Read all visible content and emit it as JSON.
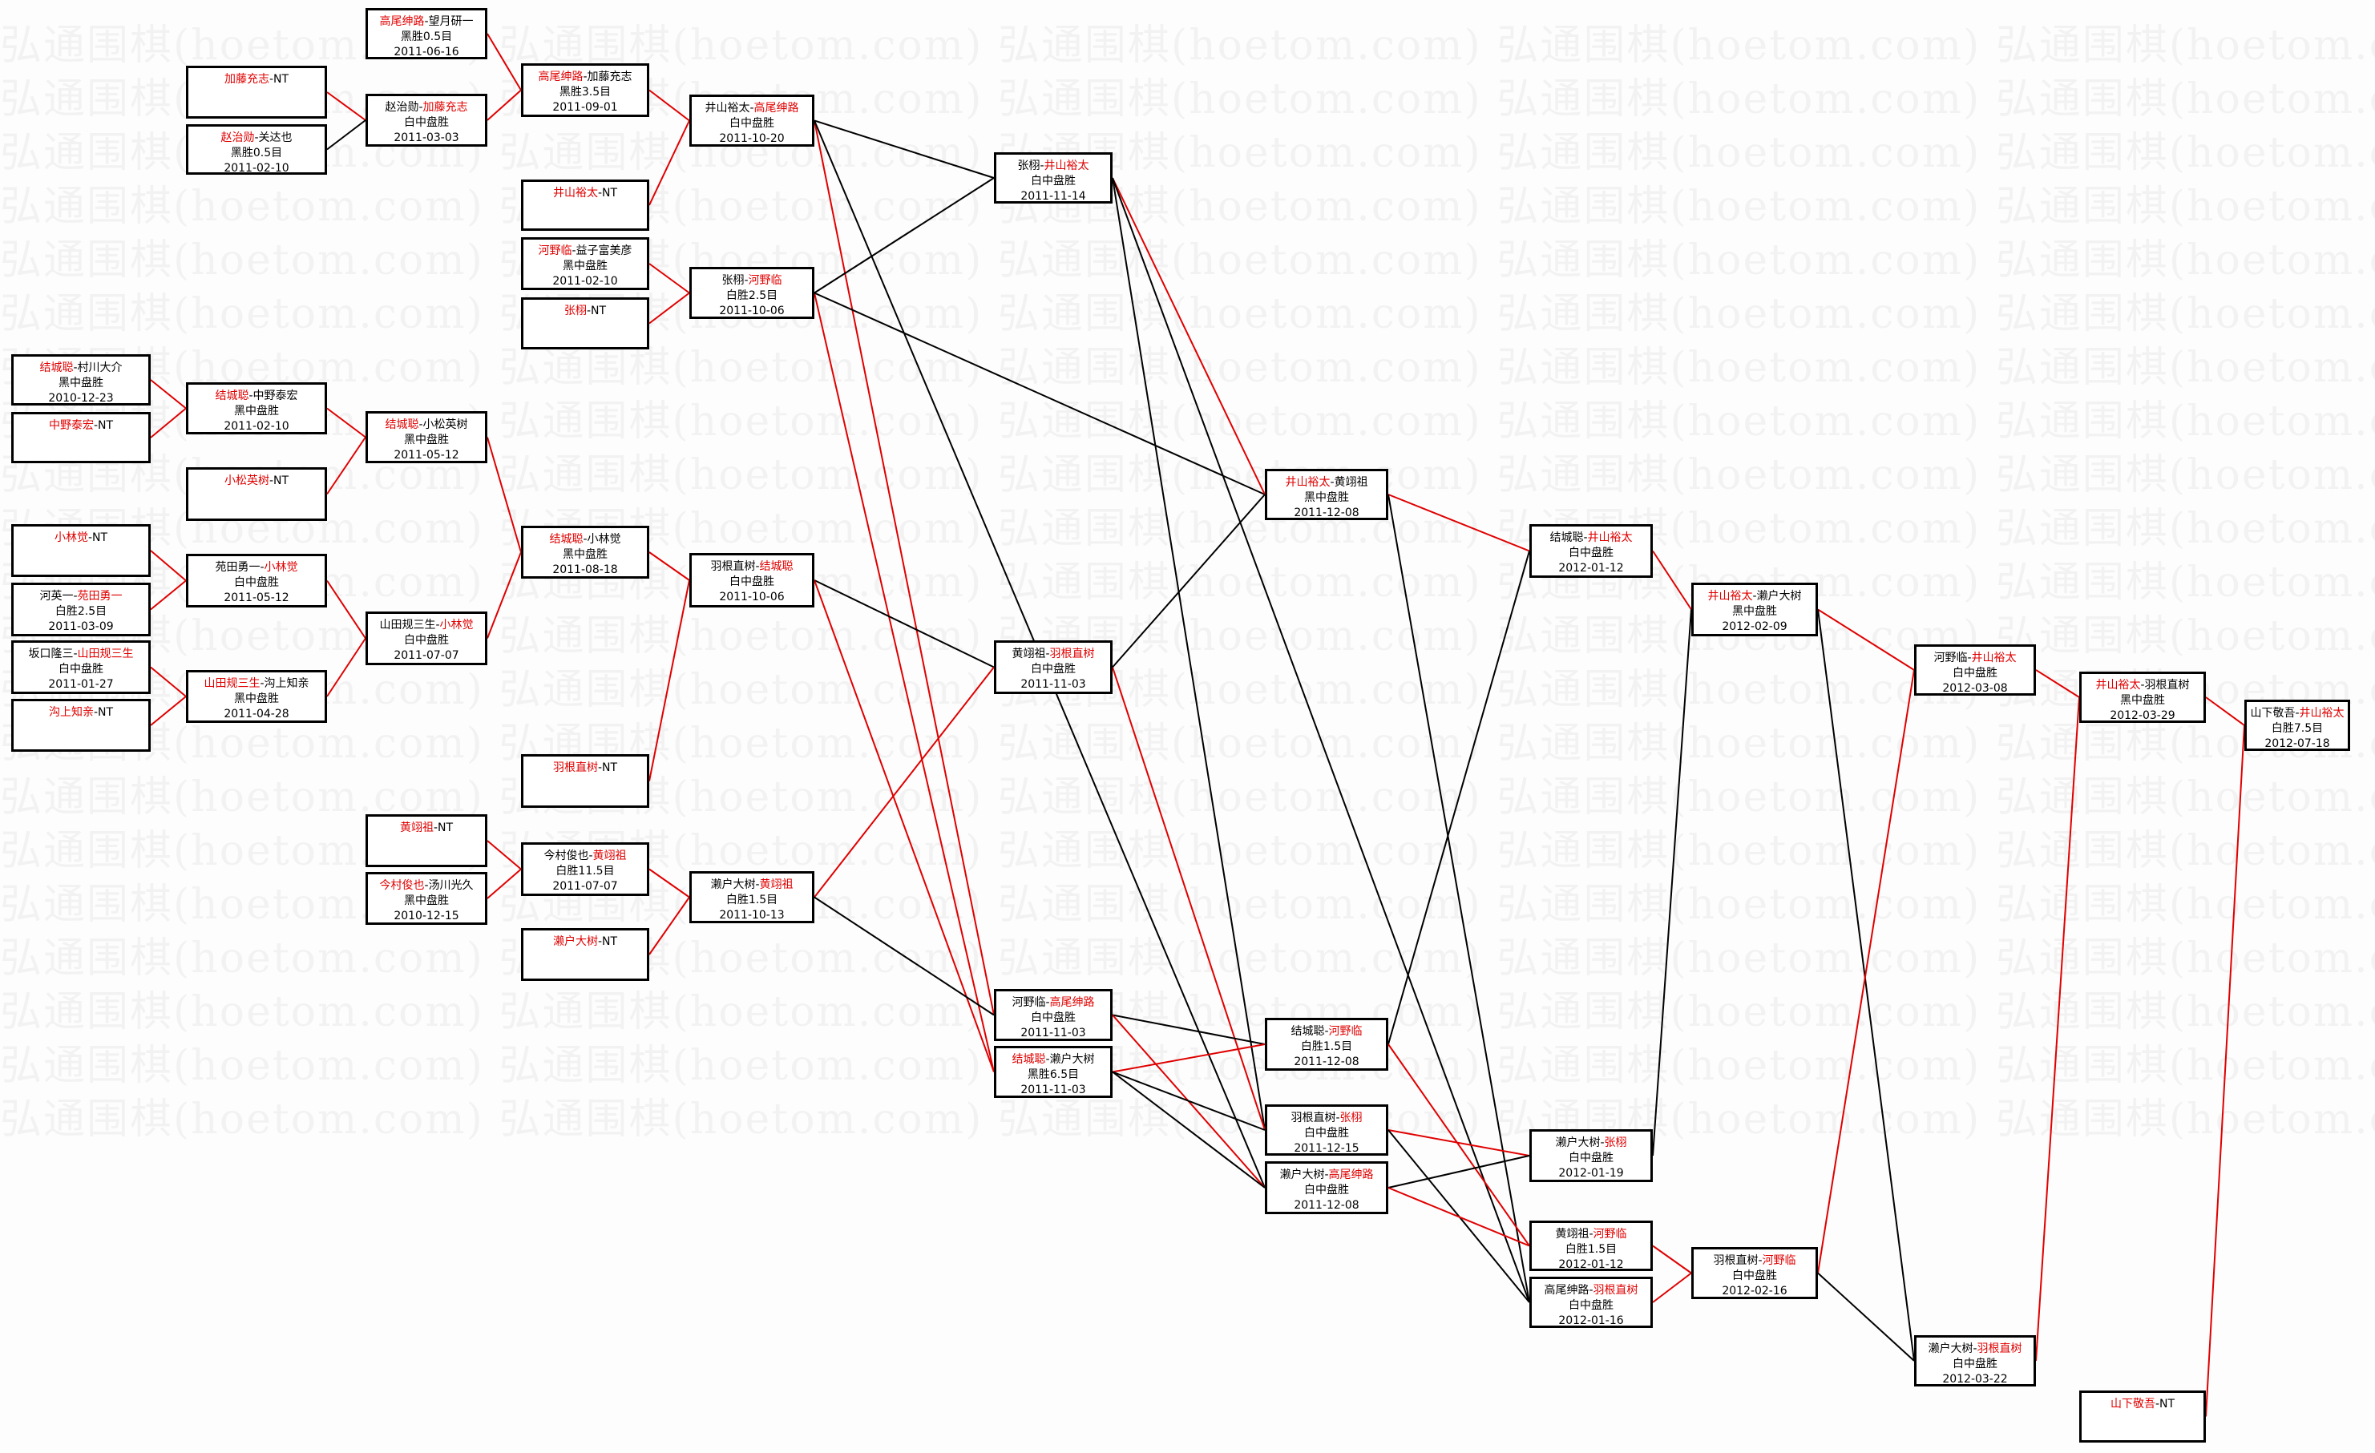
{
  "watermark": "弘通围棋(hoetom.com)",
  "colors": {
    "winner": "#e00000",
    "line_win": "#e00000",
    "line_loss": "#000000",
    "border": "#000000"
  },
  "games": [
    {
      "id": "g1",
      "p1": "高尾绅路",
      "p2": "望月研一",
      "winner": 1,
      "result": "黑胜0.5目",
      "date": "2011-06-16"
    },
    {
      "id": "g2",
      "p1": "加藤充志",
      "p2": "NT",
      "winner": 1,
      "result": "",
      "date": ""
    },
    {
      "id": "g3",
      "p1": "赵治勋",
      "p2": "加藤充志",
      "winner": 2,
      "result": "白中盘胜",
      "date": "2011-03-03"
    },
    {
      "id": "g4",
      "p1": "赵治勋",
      "p2": "关达也",
      "winner": 1,
      "result": "黑胜0.5目",
      "date": "2011-02-10"
    },
    {
      "id": "g5",
      "p1": "高尾绅路",
      "p2": "加藤充志",
      "winner": 1,
      "result": "黑胜3.5目",
      "date": "2011-09-01"
    },
    {
      "id": "g6",
      "p1": "井山裕太",
      "p2": "高尾绅路",
      "winner": 2,
      "result": "白中盘胜",
      "date": "2011-10-20"
    },
    {
      "id": "g7",
      "p1": "井山裕太",
      "p2": "NT",
      "winner": 1,
      "result": "",
      "date": ""
    },
    {
      "id": "g8",
      "p1": "张栩",
      "p2": "井山裕太",
      "winner": 2,
      "result": "白中盘胜",
      "date": "2011-11-14"
    },
    {
      "id": "g9",
      "p1": "河野临",
      "p2": "益子富美彦",
      "winner": 1,
      "result": "黑中盘胜",
      "date": "2011-02-10"
    },
    {
      "id": "g10",
      "p1": "张栩",
      "p2": "河野临",
      "winner": 2,
      "result": "白胜2.5目",
      "date": "2011-10-06"
    },
    {
      "id": "g11",
      "p1": "张栩",
      "p2": "NT",
      "winner": 1,
      "result": "",
      "date": ""
    },
    {
      "id": "g12",
      "p1": "结城聪",
      "p2": "村川大介",
      "winner": 1,
      "result": "黑中盘胜",
      "date": "2010-12-23"
    },
    {
      "id": "g13",
      "p1": "结城聪",
      "p2": "中野泰宏",
      "winner": 1,
      "result": "黑中盘胜",
      "date": "2011-02-10"
    },
    {
      "id": "g14",
      "p1": "中野泰宏",
      "p2": "NT",
      "winner": 1,
      "result": "",
      "date": ""
    },
    {
      "id": "g15",
      "p1": "结城聪",
      "p2": "小松英树",
      "winner": 1,
      "result": "黑中盘胜",
      "date": "2011-05-12"
    },
    {
      "id": "g16",
      "p1": "小松英树",
      "p2": "NT",
      "winner": 1,
      "result": "",
      "date": ""
    },
    {
      "id": "g17",
      "p1": "结城聪",
      "p2": "小林觉",
      "winner": 1,
      "result": "黑中盘胜",
      "date": "2011-08-18"
    },
    {
      "id": "g18",
      "p1": "小林觉",
      "p2": "NT",
      "winner": 1,
      "result": "",
      "date": ""
    },
    {
      "id": "g19",
      "p1": "苑田勇一",
      "p2": "小林觉",
      "winner": 2,
      "result": "白中盘胜",
      "date": "2011-05-12"
    },
    {
      "id": "g20",
      "p1": "河英一",
      "p2": "苑田勇一",
      "winner": 2,
      "result": "白胜2.5目",
      "date": "2011-03-09"
    },
    {
      "id": "g21",
      "p1": "山田规三生",
      "p2": "小林觉",
      "winner": 2,
      "result": "白中盘胜",
      "date": "2011-07-07"
    },
    {
      "id": "g22",
      "p1": "坂口隆三",
      "p2": "山田规三生",
      "winner": 2,
      "result": "白中盘胜",
      "date": "2011-01-27"
    },
    {
      "id": "g23",
      "p1": "山田规三生",
      "p2": "沟上知亲",
      "winner": 1,
      "result": "黑中盘胜",
      "date": "2011-04-28"
    },
    {
      "id": "g24",
      "p1": "沟上知亲",
      "p2": "NT",
      "winner": 1,
      "result": "",
      "date": ""
    },
    {
      "id": "g25",
      "p1": "羽根直树",
      "p2": "结城聪",
      "winner": 2,
      "result": "白中盘胜",
      "date": "2011-10-06"
    },
    {
      "id": "g26",
      "p1": "羽根直树",
      "p2": "NT",
      "winner": 1,
      "result": "",
      "date": ""
    },
    {
      "id": "g27",
      "p1": "黄翊祖",
      "p2": "NT",
      "winner": 1,
      "result": "",
      "date": ""
    },
    {
      "id": "g28",
      "p1": "今村俊也",
      "p2": "汤川光久",
      "winner": 1,
      "result": "黑中盘胜",
      "date": "2010-12-15"
    },
    {
      "id": "g29",
      "p1": "今村俊也",
      "p2": "黄翊祖",
      "winner": 2,
      "result": "白胜11.5目",
      "date": "2011-07-07"
    },
    {
      "id": "g30",
      "p1": "濑户大树",
      "p2": "黄翊祖",
      "winner": 2,
      "result": "白胜1.5目",
      "date": "2011-10-13"
    },
    {
      "id": "g31",
      "p1": "濑户大树",
      "p2": "NT",
      "winner": 1,
      "result": "",
      "date": ""
    },
    {
      "id": "g32",
      "p1": "黄翊祖",
      "p2": "羽根直树",
      "winner": 2,
      "result": "白中盘胜",
      "date": "2011-11-03"
    },
    {
      "id": "g33",
      "p1": "河野临",
      "p2": "高尾绅路",
      "winner": 2,
      "result": "白中盘胜",
      "date": "2011-11-03"
    },
    {
      "id": "g34",
      "p1": "结城聪",
      "p2": "濑户大树",
      "winner": 1,
      "result": "黑胜6.5目",
      "date": "2011-11-03"
    },
    {
      "id": "g35",
      "p1": "井山裕太",
      "p2": "黄翊祖",
      "winner": 1,
      "result": "黑中盘胜",
      "date": "2011-12-08"
    },
    {
      "id": "g36",
      "p1": "结城聪",
      "p2": "河野临",
      "winner": 2,
      "result": "白胜1.5目",
      "date": "2011-12-08"
    },
    {
      "id": "g37",
      "p1": "羽根直树",
      "p2": "张栩",
      "winner": 2,
      "result": "白中盘胜",
      "date": "2011-12-15"
    },
    {
      "id": "g38",
      "p1": "濑户大树",
      "p2": "高尾绅路",
      "winner": 2,
      "result": "白中盘胜",
      "date": "2011-12-08"
    },
    {
      "id": "g39",
      "p1": "结城聪",
      "p2": "井山裕太",
      "winner": 2,
      "result": "白中盘胜",
      "date": "2012-01-12"
    },
    {
      "id": "g40",
      "p1": "濑户大树",
      "p2": "张栩",
      "winner": 2,
      "result": "白中盘胜",
      "date": "2012-01-19"
    },
    {
      "id": "g41",
      "p1": "黄翊祖",
      "p2": "河野临",
      "winner": 2,
      "result": "白胜1.5目",
      "date": "2012-01-12"
    },
    {
      "id": "g42",
      "p1": "高尾绅路",
      "p2": "羽根直树",
      "winner": 2,
      "result": "白中盘胜",
      "date": "2012-01-16"
    },
    {
      "id": "g43",
      "p1": "井山裕太",
      "p2": "濑户大树",
      "winner": 1,
      "result": "黑中盘胜",
      "date": "2012-02-09"
    },
    {
      "id": "g44",
      "p1": "羽根直树",
      "p2": "河野临",
      "winner": 2,
      "result": "白中盘胜",
      "date": "2012-02-16"
    },
    {
      "id": "g45",
      "p1": "河野临",
      "p2": "井山裕太",
      "winner": 2,
      "result": "白中盘胜",
      "date": "2012-03-08"
    },
    {
      "id": "g46",
      "p1": "濑户大树",
      "p2": "羽根直树",
      "winner": 2,
      "result": "白中盘胜",
      "date": "2012-03-22"
    },
    {
      "id": "g47",
      "p1": "井山裕太",
      "p2": "羽根直树",
      "winner": 1,
      "result": "黑中盘胜",
      "date": "2012-03-29"
    },
    {
      "id": "g48",
      "p1": "山下敬吾",
      "p2": "井山裕太",
      "winner": 2,
      "result": "白胜7.5目",
      "date": "2012-07-18"
    },
    {
      "id": "g49",
      "p1": "山下敬吾",
      "p2": "NT",
      "winner": 1,
      "result": "",
      "date": ""
    }
  ],
  "links": [
    [
      "g1",
      "g5",
      1
    ],
    [
      "g3",
      "g5",
      1
    ],
    [
      "g2",
      "g3",
      1
    ],
    [
      "g4",
      "g3",
      0
    ],
    [
      "g5",
      "g6",
      1
    ],
    [
      "g7",
      "g6",
      1
    ],
    [
      "g6",
      "g8",
      0
    ],
    [
      "g6",
      "g33",
      1
    ],
    [
      "g6",
      "g38",
      0
    ],
    [
      "g9",
      "g10",
      1
    ],
    [
      "g11",
      "g10",
      1
    ],
    [
      "g10",
      "g8",
      0
    ],
    [
      "g10",
      "g34",
      1
    ],
    [
      "g10",
      "g35",
      0
    ],
    [
      "g8",
      "g35",
      1
    ],
    [
      "g8",
      "g37",
      0
    ],
    [
      "g8",
      "g42",
      0
    ],
    [
      "g12",
      "g13",
      1
    ],
    [
      "g14",
      "g13",
      1
    ],
    [
      "g13",
      "g15",
      1
    ],
    [
      "g16",
      "g15",
      1
    ],
    [
      "g18",
      "g19",
      1
    ],
    [
      "g20",
      "g19",
      1
    ],
    [
      "g22",
      "g23",
      1
    ],
    [
      "g24",
      "g23",
      1
    ],
    [
      "g19",
      "g21",
      1
    ],
    [
      "g23",
      "g21",
      1
    ],
    [
      "g15",
      "g17",
      1
    ],
    [
      "g21",
      "g17",
      1
    ],
    [
      "g17",
      "g25",
      1
    ],
    [
      "g26",
      "g25",
      1
    ],
    [
      "g25",
      "g32",
      0
    ],
    [
      "g25",
      "g34",
      1
    ],
    [
      "g27",
      "g29",
      1
    ],
    [
      "g28",
      "g29",
      1
    ],
    [
      "g29",
      "g30",
      1
    ],
    [
      "g31",
      "g30",
      1
    ],
    [
      "g30",
      "g32",
      1
    ],
    [
      "g30",
      "g33",
      0
    ],
    [
      "g32",
      "g35",
      0
    ],
    [
      "g32",
      "g37",
      1
    ],
    [
      "g33",
      "g36",
      0
    ],
    [
      "g33",
      "g38",
      1
    ],
    [
      "g34",
      "g36",
      1
    ],
    [
      "g34",
      "g37",
      0
    ],
    [
      "g34",
      "g38",
      0
    ],
    [
      "g35",
      "g39",
      1
    ],
    [
      "g35",
      "g42",
      0
    ],
    [
      "g36",
      "g39",
      0
    ],
    [
      "g36",
      "g41",
      1
    ],
    [
      "g37",
      "g40",
      1
    ],
    [
      "g37",
      "g42",
      0
    ],
    [
      "g38",
      "g40",
      0
    ],
    [
      "g38",
      "g41",
      1
    ],
    [
      "g39",
      "g43",
      1
    ],
    [
      "g40",
      "g43",
      0
    ],
    [
      "g41",
      "g44",
      1
    ],
    [
      "g42",
      "g44",
      1
    ],
    [
      "g43",
      "g45",
      1
    ],
    [
      "g43",
      "g46",
      0
    ],
    [
      "g44",
      "g45",
      1
    ],
    [
      "g44",
      "g46",
      0
    ],
    [
      "g45",
      "g47",
      1
    ],
    [
      "g46",
      "g47",
      1
    ],
    [
      "g47",
      "g48",
      1
    ],
    [
      "g49",
      "g48",
      1
    ]
  ]
}
